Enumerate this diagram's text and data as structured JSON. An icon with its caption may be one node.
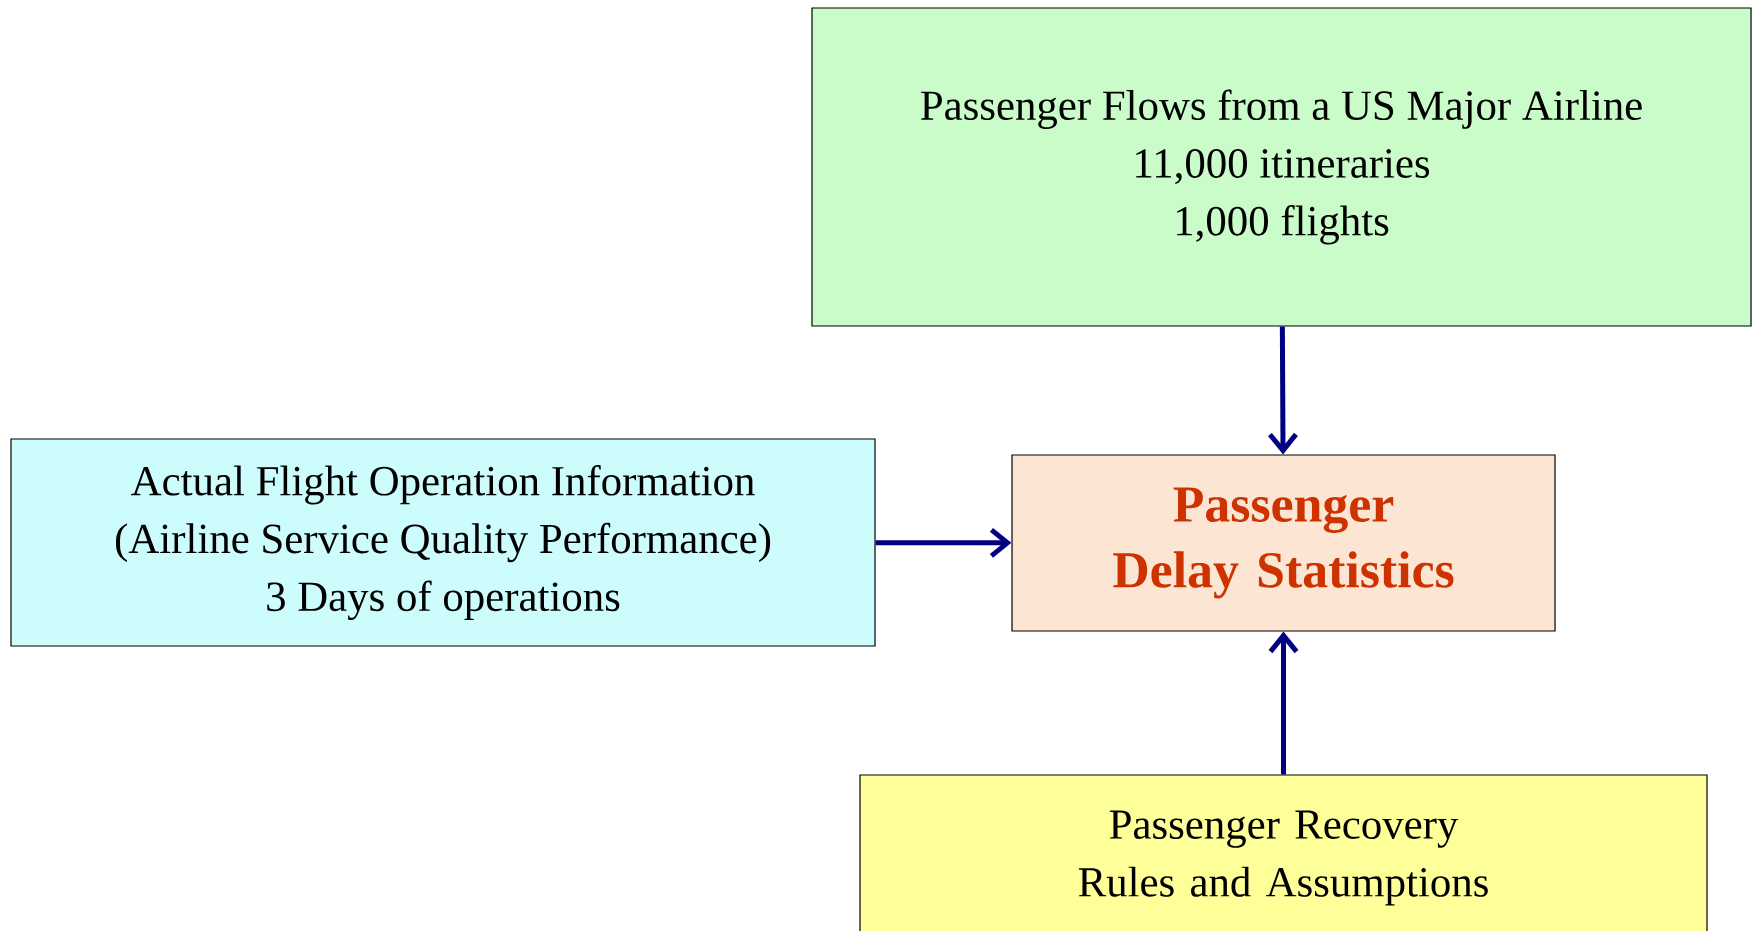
{
  "diagram": {
    "nodes": [
      {
        "text": [
          "Passenger Flows from a US Major Airline",
          "11,000 itineraries",
          "1,000 flights"
        ]
      },
      {
        "text": [
          "Actual Flight Operation Information",
          "(Airline Service Quality Performance)",
          "3 Days of operations"
        ]
      },
      {
        "text": [
          "Passenger Delay Statistics"
        ]
      },
      {
        "text": [
          "Passenger Recovery Rules and Assumptions"
        ]
      }
    ],
    "edges": [
      {
        "from": 0,
        "to": 2,
        "arrow": "to"
      },
      {
        "from": 1,
        "to": 2,
        "arrow": "to"
      },
      {
        "from": 3,
        "to": 2,
        "arrow": "to"
      }
    ]
  }
}
